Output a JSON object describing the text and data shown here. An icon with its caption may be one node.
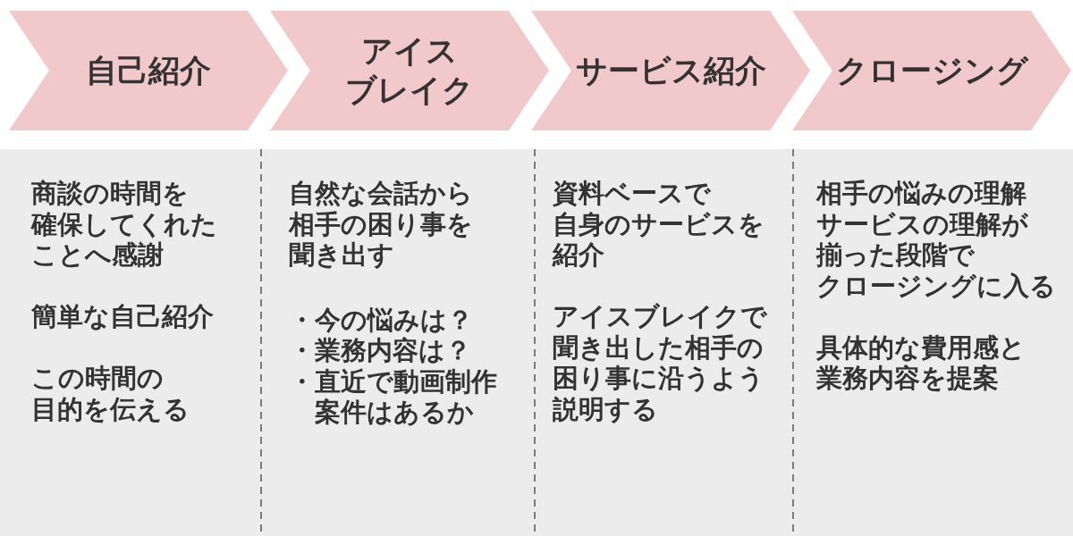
{
  "diagram": {
    "nodes": [
      {
        "text": [
          "自己紹介"
        ]
      },
      {
        "text": [
          "アイスブレイク"
        ]
      },
      {
        "text": [
          "サービス紹介"
        ]
      },
      {
        "text": [
          "クロージング"
        ]
      },
      {
        "text": [
          "商談の時間を確保してくれたことへ感謝",
          "簡単な自己紹介",
          "この時間の目的を伝える"
        ]
      },
      {
        "text": [
          "自然な会話から相手の困り事を聞き出す",
          "・今の悩みは？",
          "・業務内容は？",
          "・直近で動画制作案件はあるか"
        ]
      },
      {
        "text": [
          "資料ベースで自身のサービスを紹介",
          "アイスブレイクで聞き出した相手の困り事に沿うよう説明する"
        ]
      },
      {
        "text": [
          "相手の悩みの理解サービスの理解が揃った段階でクロージングに入る",
          "具体的な費用感と業務内容を提案"
        ]
      }
    ]
  }
}
